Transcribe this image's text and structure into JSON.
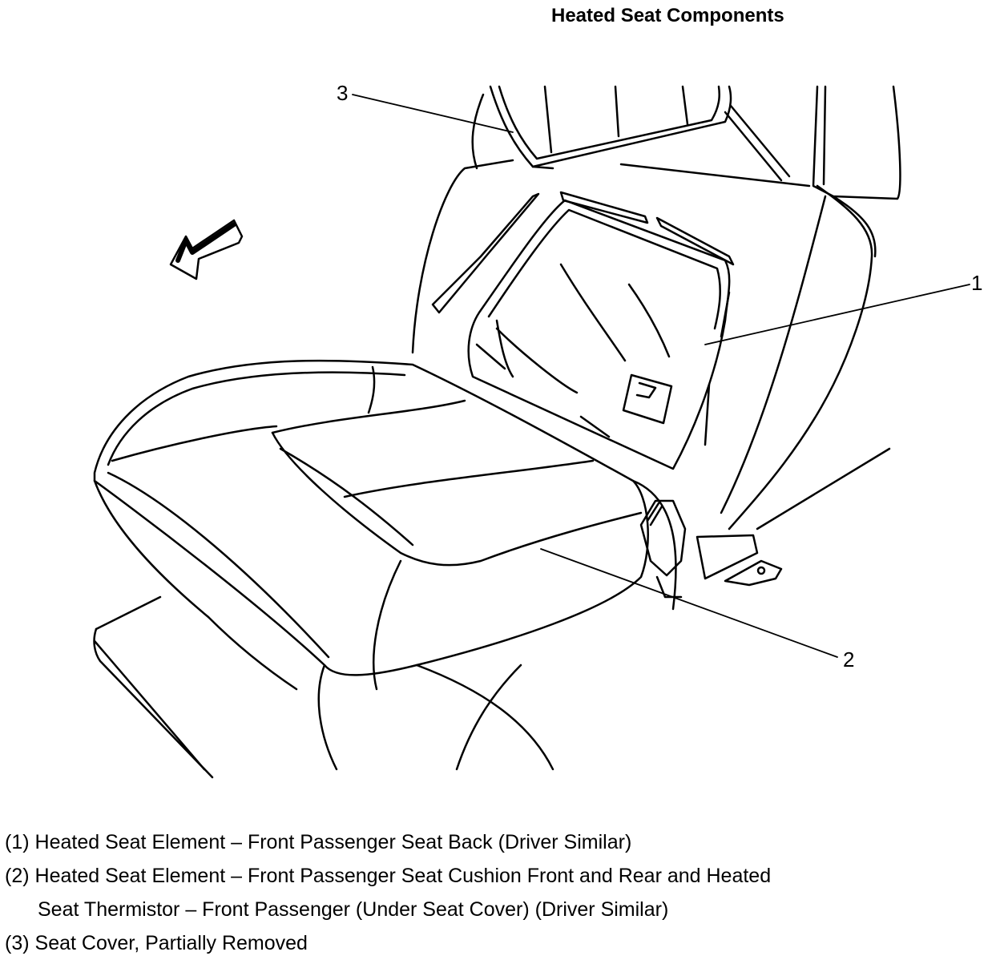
{
  "title": "Heated Seat Components",
  "callouts": [
    {
      "number": "1"
    },
    {
      "number": "2"
    },
    {
      "number": "3"
    }
  ],
  "legend": [
    {
      "number": "(1)",
      "text": "Heated Seat Element – Front Passenger Seat Back (Driver Similar)"
    },
    {
      "number": "(2)",
      "text": "Heated Seat Element – Front Passenger Seat Cushion Front and Rear and Heated",
      "continuation": "Seat Thermistor – Front Passenger (Under Seat Cover) (Driver Similar)"
    },
    {
      "number": "(3)",
      "text": "Seat Cover, Partially Removed"
    }
  ],
  "icons": {
    "direction_arrow": "forward-arrow-icon"
  }
}
